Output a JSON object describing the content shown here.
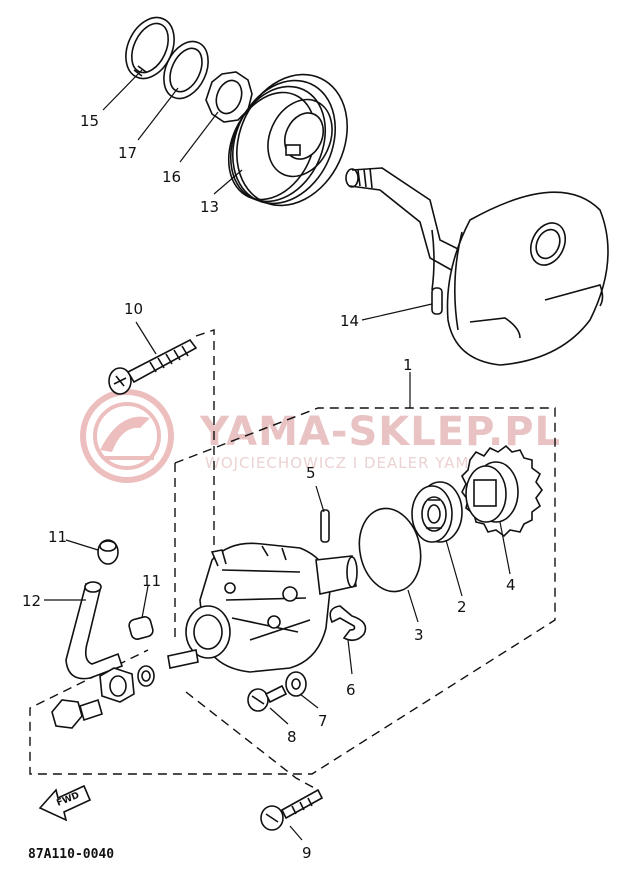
{
  "diagram": {
    "callouts": [
      {
        "id": "label-1",
        "text": "1"
      },
      {
        "id": "label-2",
        "text": "2"
      },
      {
        "id": "label-3",
        "text": "3"
      },
      {
        "id": "label-4",
        "text": "4"
      },
      {
        "id": "label-5",
        "text": "5"
      },
      {
        "id": "label-6",
        "text": "6"
      },
      {
        "id": "label-7",
        "text": "7"
      },
      {
        "id": "label-8",
        "text": "8"
      },
      {
        "id": "label-9",
        "text": "9"
      },
      {
        "id": "label-10",
        "text": "10"
      },
      {
        "id": "label-11a",
        "text": "11"
      },
      {
        "id": "label-11b",
        "text": "11"
      },
      {
        "id": "label-12",
        "text": "12"
      },
      {
        "id": "label-13",
        "text": "13"
      },
      {
        "id": "label-14",
        "text": "14"
      },
      {
        "id": "label-15",
        "text": "15"
      },
      {
        "id": "label-16",
        "text": "16"
      },
      {
        "id": "label-17",
        "text": "17"
      }
    ],
    "fwd_label": "FWD",
    "drawing_code": "87A110-0040"
  },
  "watermark": {
    "brand": "YAMA-SKLEP.PL",
    "tagline": "WOJCIECHOWICZ I DEALER YAMAHA",
    "color": "#e08a8a"
  }
}
